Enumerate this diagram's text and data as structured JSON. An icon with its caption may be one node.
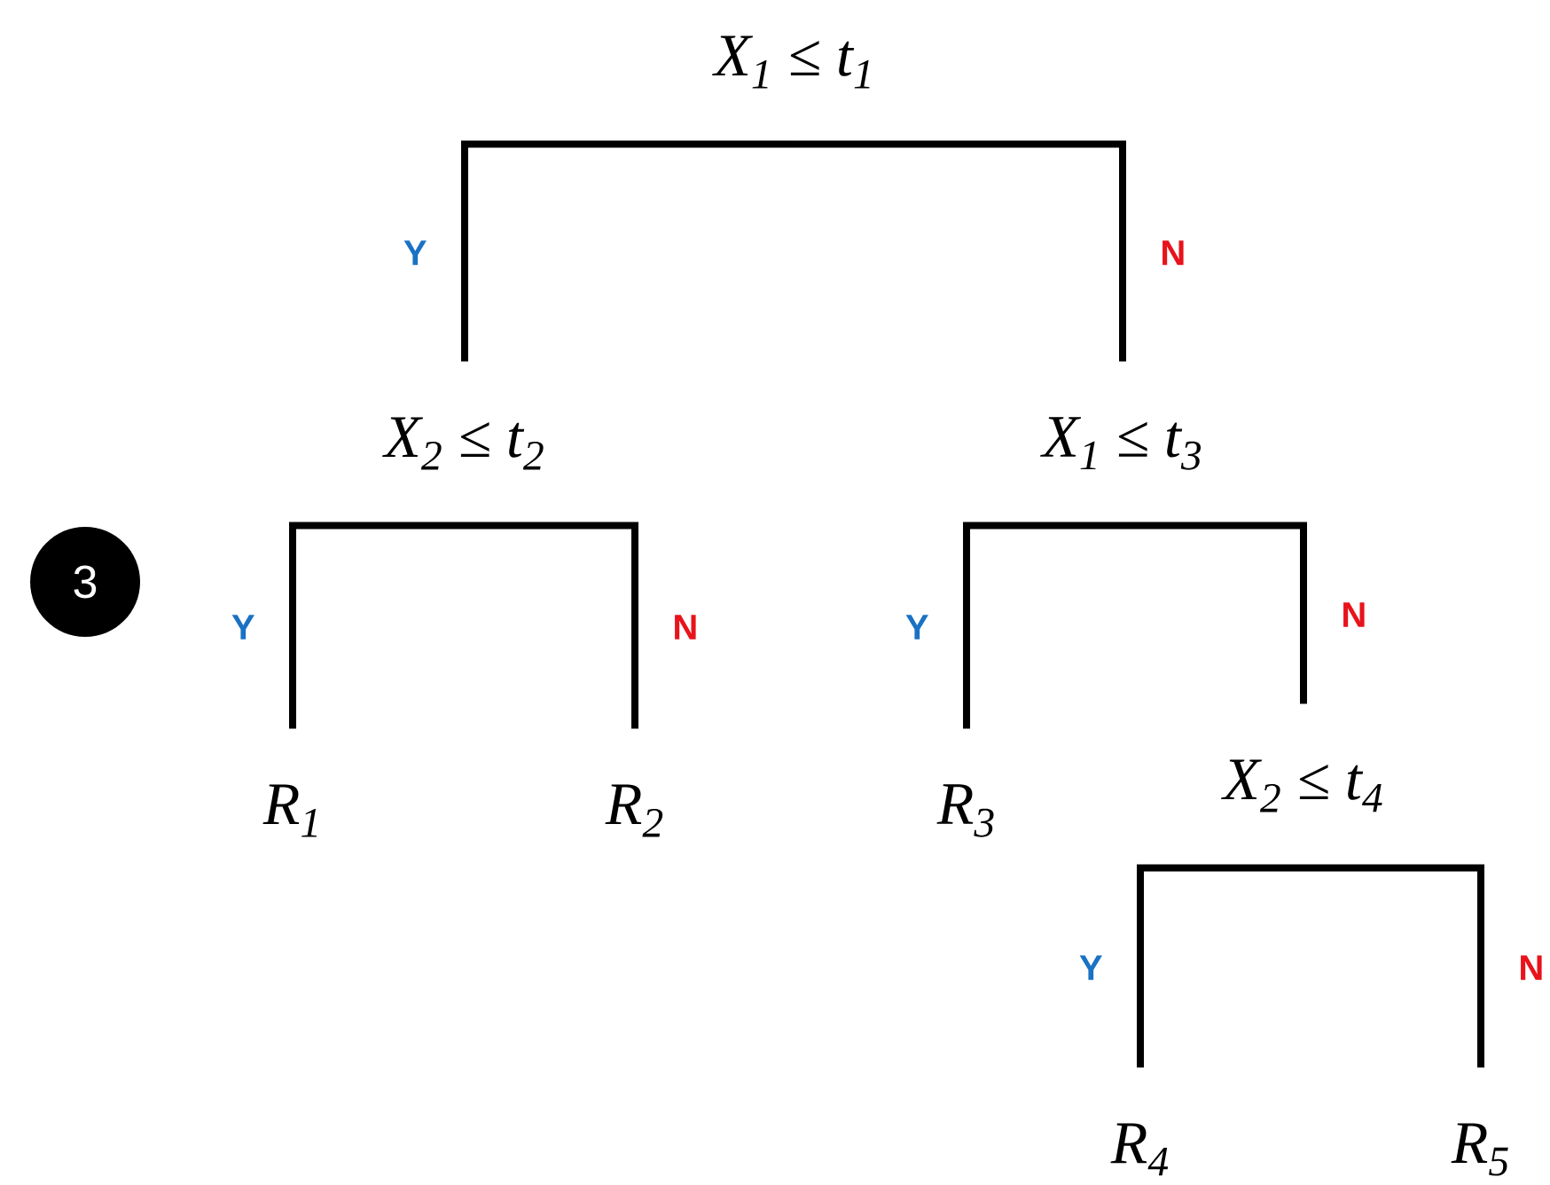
{
  "diagram": {
    "nodes": [
      {
        "text": [
          "X$_{1}$ ≤ t$_{1}$"
        ]
      },
      {
        "text": [
          "X$_{2}$ ≤ t$_{2}$"
        ]
      },
      {
        "text": [
          "X$_{1}$ ≤ t$_{3}$"
        ]
      },
      {
        "text": [
          "R$_{1}$"
        ]
      },
      {
        "text": [
          "R$_{2}$"
        ]
      },
      {
        "text": [
          "R$_{3}$"
        ]
      },
      {
        "text": [
          "X$_{2}$ ≤ t$_{4}$"
        ]
      },
      {
        "text": [
          "R$_{4}$"
        ]
      },
      {
        "text": [
          "R$_{5}$"
        ]
      }
    ],
    "edges": [
      {
        "from": 0,
        "to": 1,
        "arrow": "none",
        "label": "Y"
      },
      {
        "from": 0,
        "to": 2,
        "arrow": "none",
        "label": "N"
      },
      {
        "from": 1,
        "to": 3,
        "arrow": "none",
        "label": "Y"
      },
      {
        "from": 1,
        "to": 4,
        "arrow": "none",
        "label": "N"
      },
      {
        "from": 2,
        "to": 5,
        "arrow": "none",
        "label": "Y"
      },
      {
        "from": 2,
        "to": 6,
        "arrow": "none",
        "label": "N"
      },
      {
        "from": 6,
        "to": 7,
        "arrow": "none",
        "label": "Y"
      },
      {
        "from": 6,
        "to": 8,
        "arrow": "none",
        "label": "N"
      }
    ],
    "labels": [
      "3"
    ]
  }
}
